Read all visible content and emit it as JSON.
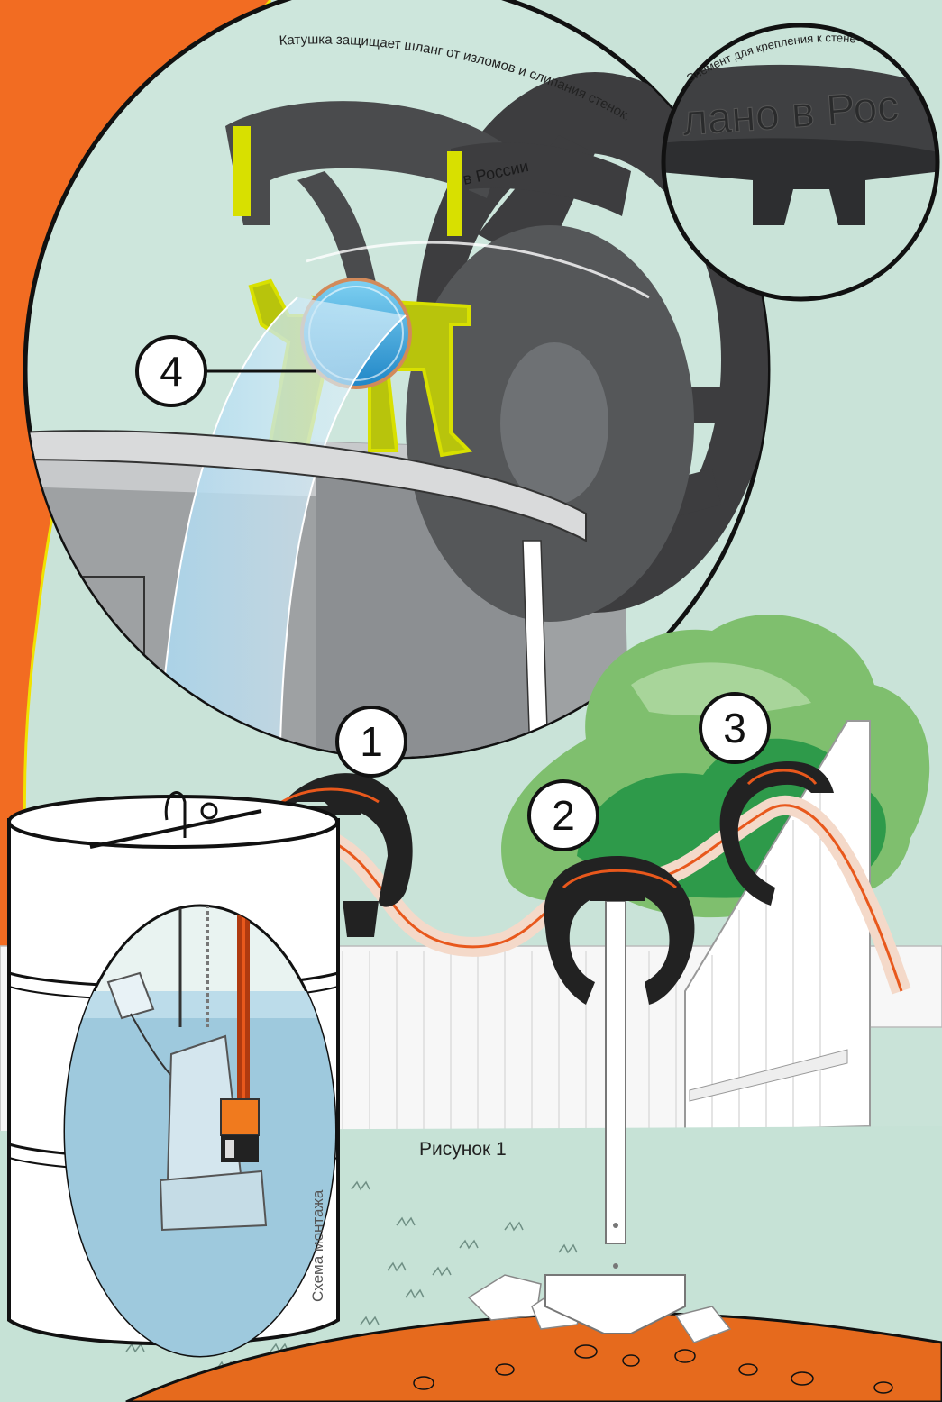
{
  "caption": {
    "reel_protects": "Катушка защищает шланг от изломов и слипания стенок.",
    "wall_mount": "Элемент для крепления к стене",
    "figure": "Рисунок 1",
    "installation": "Схема монтажа"
  },
  "embossed": {
    "made_in_russia_large": "лано в Рос",
    "made_in_russia_small": "в России"
  },
  "markers": {
    "one": "1",
    "two": "2",
    "three": "3",
    "four": "4"
  },
  "colors": {
    "background": "#f26c22",
    "sky_panel": "#c9e3d8",
    "reel": "#3d3d3f",
    "highlight": "#d8e000",
    "water": "#3ea9e0",
    "ground": "#c6e2d6",
    "soil": "#e66a1d",
    "tree_light": "#7fbf6e",
    "tree_dark": "#2e9a4a"
  }
}
